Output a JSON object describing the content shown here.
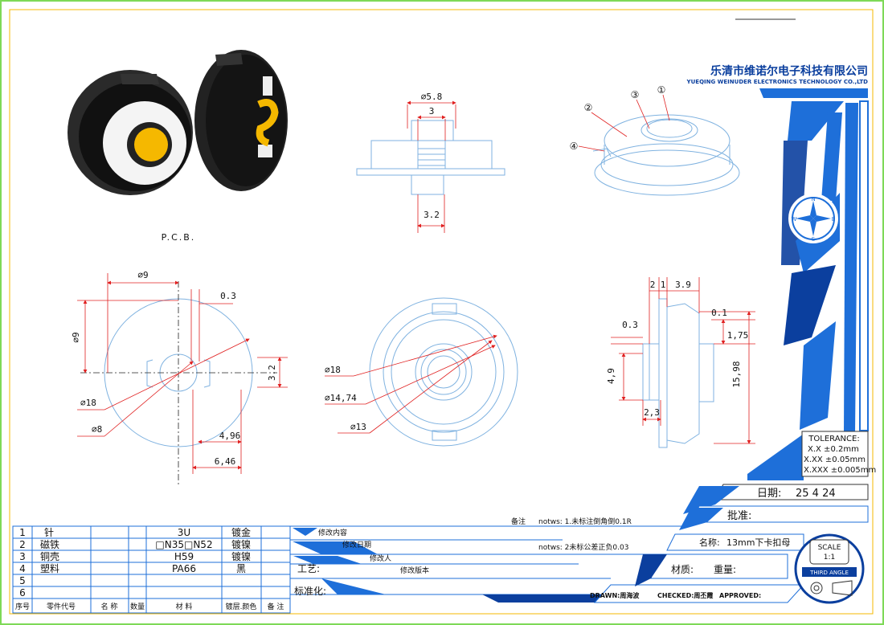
{
  "company": {
    "name_cn": "乐清市维诺尔电子科技有限公司",
    "name_en": "YUEQING WEINUDER ELECTRONICS TECHNOLOGY CO.,LTD"
  },
  "pcb_label": "P.C.B.",
  "callouts": [
    "①",
    "②",
    "③",
    "④"
  ],
  "dims": {
    "top_d58": "⌀5.8",
    "top_3": "3",
    "top_32": "3.2",
    "l_d9": "⌀9",
    "l_d9v": "⌀9",
    "l_03": "0.3",
    "l_32": "3.2",
    "l_d18": "⌀18",
    "l_d8": "⌀8",
    "l_496": "4,96",
    "l_646": "6,46",
    "c_d18": "⌀18",
    "c_d1474": "⌀14,74",
    "c_d13": "⌀13",
    "r_2": "2",
    "r_1": "1",
    "r_39": "3.9",
    "r_01": "0.1",
    "r_03": "0.3",
    "r_175": "1,75",
    "r_49": "4,9",
    "r_1598": "15,98",
    "r_23": "2,3"
  },
  "tolerance": {
    "title": "TOLERANCE:",
    "l1": "X.X ±0.2mm",
    "l2": "X.XX ±0.05mm",
    "l3": "X.XXX ±0.005mm"
  },
  "date": {
    "label": "日期:",
    "value": "25 4 24"
  },
  "approve_cn": "批准:",
  "product": {
    "label": "名称:",
    "value": "13mm下卡扣母"
  },
  "material": {
    "label": "材质:",
    "weight": "重量:"
  },
  "notes": {
    "label": "备注",
    "n1": "notws: 1.未标注倒角倒0.1R",
    "n2": "notws: 2未标公差正负0.03"
  },
  "revision": {
    "content": "修改内容",
    "date": "修改日期",
    "person": "修改人",
    "version": "修改版本",
    "process": "工艺:",
    "standard": "标准化:"
  },
  "signoff": {
    "drawn": "DRAWN:周海波",
    "checked": "CHECKED:周丕霞",
    "approved": "APPROVED:"
  },
  "scale": {
    "label": "SCALE",
    "value": "1:1",
    "projection": "THIRD ANGLE"
  },
  "bom": {
    "headers": [
      "序号",
      "零件代号",
      "名 称",
      "数量",
      "材 料",
      "镀层.颜色",
      "备 注"
    ],
    "rows": [
      {
        "no": "1",
        "name": "针",
        "material": "3U",
        "finish": "镀金"
      },
      {
        "no": "2",
        "name": "磁铁",
        "material": "□N35□N52",
        "finish": "镀镍"
      },
      {
        "no": "3",
        "name": "铜壳",
        "material": "H59",
        "finish": "镀镍"
      },
      {
        "no": "4",
        "name": "塑料",
        "material": "PA66",
        "finish": "黑"
      },
      {
        "no": "5",
        "name": "",
        "material": "",
        "finish": ""
      },
      {
        "no": "6",
        "name": "",
        "material": "",
        "finish": ""
      }
    ]
  },
  "colors": {
    "blue": "#1e6fd9",
    "dark_blue": "#0b3f9e",
    "red": "#e02020",
    "border": "#7ed957",
    "yellow": "#f5b800"
  }
}
